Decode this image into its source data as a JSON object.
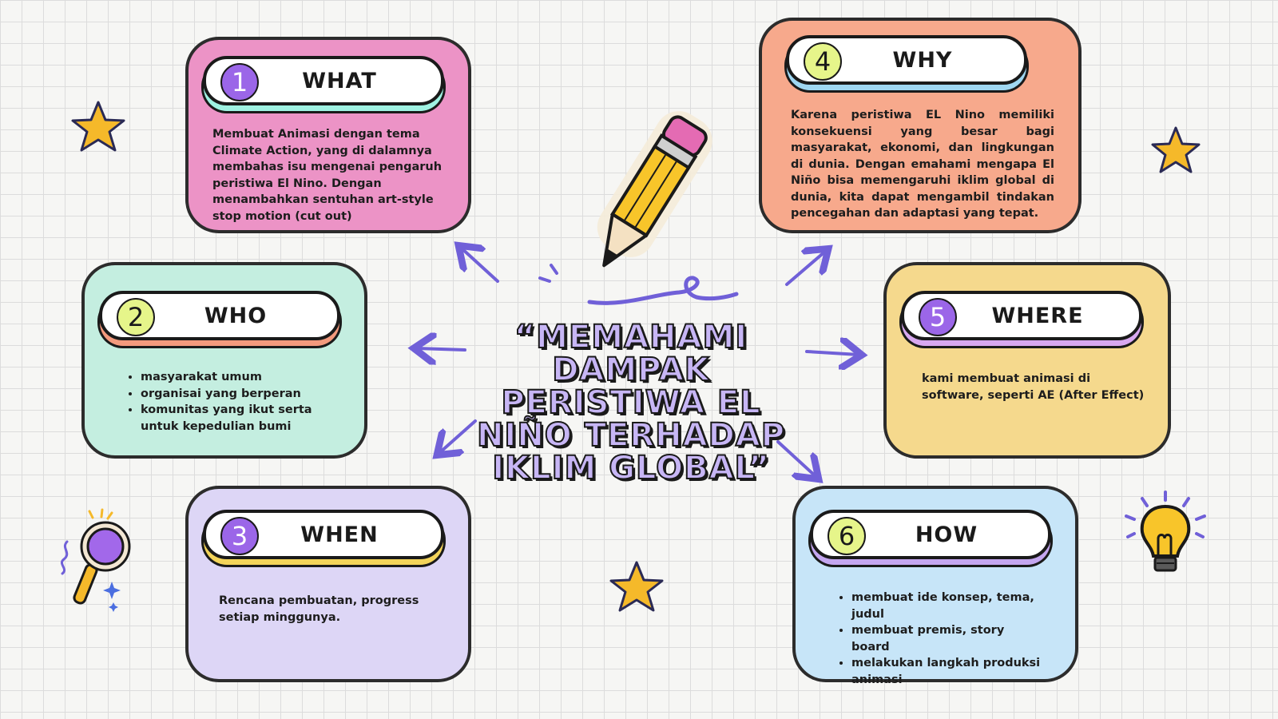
{
  "headline": "“MEMAHAMI DAMPAK PERISTIWA EL NIÑO TERHADAP IKLIM GLOBAL”",
  "cards": {
    "what": {
      "number": "1",
      "title": "WHAT",
      "text": "Membuat Animasi dengan tema Climate Action, yang di dalamnya membahas isu mengenai pengaruh peristiwa El Nino. Dengan menambahkan sentuhan art-style stop motion (cut out)"
    },
    "who": {
      "number": "2",
      "title": "WHO",
      "items": [
        "masyarakat umum",
        "organisai yang berperan",
        "komunitas yang ikut serta untuk kepedulian bumi"
      ]
    },
    "when": {
      "number": "3",
      "title": "WHEN",
      "text": "Rencana pembuatan, progress setiap minggunya."
    },
    "why": {
      "number": "4",
      "title": "WHY",
      "text": "Karena peristiwa EL Nino memiliki konsekuensi yang besar bagi masyarakat, ekonomi, dan lingkungan di dunia. Dengan emahami mengapa El Niño bisa memengaruhi iklim global di dunia, kita dapat mengambil tindakan pencegahan dan adaptasi yang tepat."
    },
    "where": {
      "number": "5",
      "title": "WHERE",
      "text": "kami membuat animasi di software, seperti AE (After Effect)"
    },
    "how": {
      "number": "6",
      "title": "HOW",
      "items": [
        "membuat ide konsep, tema, judul",
        "membuat premis, story board",
        "melakukan langkah produksi animasi"
      ]
    }
  },
  "colors": {
    "what_bg": "#ec93c6",
    "who_bg": "#c4eee0",
    "when_bg": "#ddd6f6",
    "why_bg": "#f7a98c",
    "where_bg": "#f5d98d",
    "how_bg": "#c7e5f8",
    "accent_purple": "#9b66e8",
    "accent_lime": "#e6f58a",
    "arrow": "#7060d8"
  },
  "icons": [
    "star-icon",
    "pencil-icon",
    "magnifier-icon",
    "lightbulb-icon",
    "arrow-icon"
  ]
}
